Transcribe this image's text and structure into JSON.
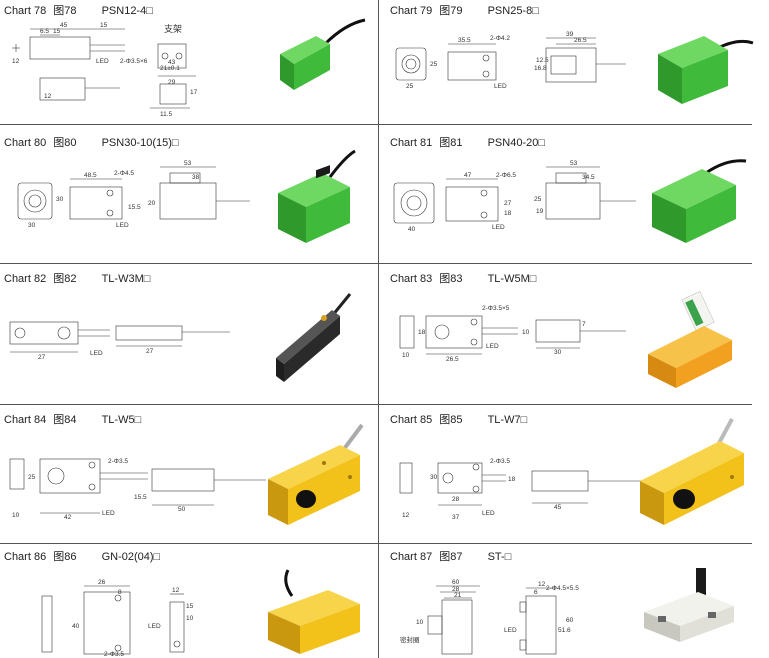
{
  "cells": [
    {
      "chart": "Chart 78",
      "fig": "图78",
      "model": "PSN12-4□",
      "extra": "支架",
      "dims": [
        "45",
        "15",
        "6.5",
        "15",
        "12",
        "LED",
        "2-Φ3.5×6",
        "29",
        "21±0.1",
        "43",
        "17",
        "11.5",
        "12"
      ],
      "color": "#3fba3a"
    },
    {
      "chart": "Chart 79",
      "fig": "图79",
      "model": "PSN25-8□",
      "dims": [
        "35.5",
        "2-Φ4.2",
        "25",
        "25",
        "LED",
        "39",
        "26.5",
        "16.8",
        "12.5"
      ],
      "color": "#3fba3a"
    },
    {
      "chart": "Chart 80",
      "fig": "图80",
      "model": "PSN30-10(15)□",
      "dims": [
        "48.5",
        "2-Φ4.5",
        "30",
        "30",
        "LED",
        "15.5",
        "53",
        "38",
        "20"
      ],
      "color": "#3fba3a"
    },
    {
      "chart": "Chart 81",
      "fig": "图81",
      "model": "PSN40-20□",
      "dims": [
        "47",
        "2-Φ6.5",
        "40",
        "LED",
        "27",
        "18",
        "53",
        "34.5",
        "25",
        "19"
      ],
      "color": "#3fba3a"
    },
    {
      "chart": "Chart 82",
      "fig": "图82",
      "model": "TL-W3M□",
      "dims": [
        "27",
        "LED",
        "27"
      ],
      "color": "#2a2a2a"
    },
    {
      "chart": "Chart 83",
      "fig": "图83",
      "model": "TL-W5M□",
      "dims": [
        "2-Φ3.5×5",
        "18",
        "10",
        "26.5",
        "LED",
        "10",
        "7",
        "30"
      ],
      "color": "#f2a01f"
    },
    {
      "chart": "Chart 84",
      "fig": "图84",
      "model": "TL-W5□",
      "dims": [
        "2-Φ3.5",
        "25",
        "10",
        "42",
        "LED",
        "15.5",
        "50"
      ],
      "color": "#f2c21a"
    },
    {
      "chart": "Chart 85",
      "fig": "图85",
      "model": "TL-W7□",
      "dims": [
        "2-Φ3.5",
        "30",
        "28",
        "12",
        "37",
        "LED",
        "18",
        "45"
      ],
      "color": "#f2c21a"
    },
    {
      "chart": "Chart 86",
      "fig": "图86",
      "model": "GN-02(04)□",
      "dims": [
        "26",
        "8",
        "40",
        "12",
        "15",
        "10",
        "LED",
        "2-Φ3.5"
      ],
      "color": "#f2c21a"
    },
    {
      "chart": "Chart 87",
      "fig": "图87",
      "model": "ST-□",
      "dims": [
        "60",
        "28",
        "21",
        "10",
        "密封圈",
        "12",
        "6",
        "2-Φ4.5×5.5",
        "51.6",
        "60",
        "LED"
      ],
      "color": "#e8e8e0"
    }
  ]
}
